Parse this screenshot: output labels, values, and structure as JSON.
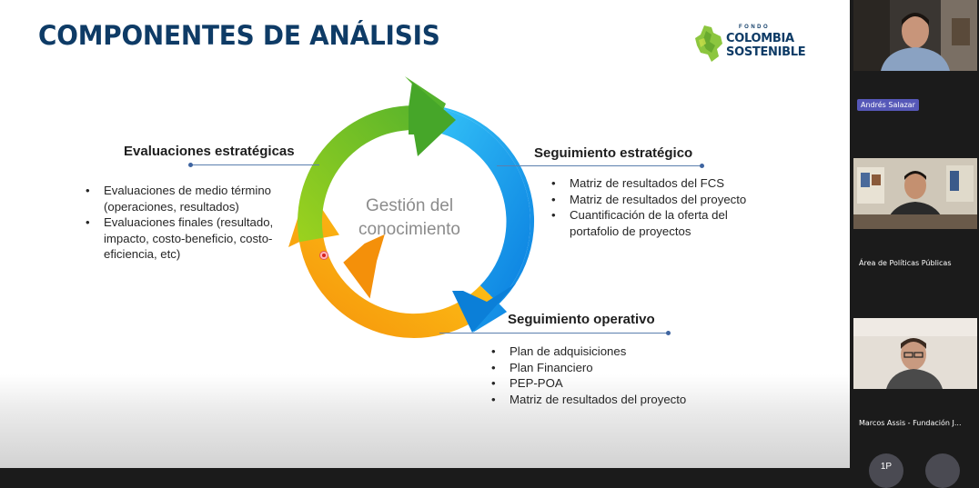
{
  "slide": {
    "title": "COMPONENTES DE ANÁLISIS",
    "logo": {
      "line1": "FONDO",
      "line2": "COLOMBIA",
      "line3": "SOSTENIBLE"
    },
    "center_label": [
      "Gestión del",
      "conocimiento"
    ],
    "sections": {
      "evaluaciones": {
        "title": "Evaluaciones estratégicas",
        "bullets": [
          [
            "Evaluaciones de medio término",
            "(operaciones, resultados)"
          ],
          [
            "Evaluaciones finales (resultado,",
            "impacto, costo-beneficio, costo-",
            "eficiencia, etc)"
          ]
        ]
      },
      "seguimiento_estrategico": {
        "title": "Seguimiento estratégico",
        "bullets": [
          [
            "Matriz de resultados del FCS"
          ],
          [
            "Matriz de resultados del proyecto"
          ],
          [
            "Cuantificación de la oferta del",
            "portafolio de proyectos"
          ]
        ]
      },
      "seguimiento_operativo": {
        "title": "Seguimiento operativo",
        "bullets": [
          [
            "Plan de adquisiciones"
          ],
          [
            "Plan Financiero"
          ],
          [
            "PEP-POA"
          ],
          [
            "Matriz de resultados del proyecto"
          ]
        ]
      }
    },
    "bullet_glyph": "•",
    "colors": {
      "title": "#0e3b66",
      "arc_green": "#6cbf2a",
      "arc_blue": "#17a6ee",
      "arc_yellow": "#f5b70a",
      "connector": "#5b7fae"
    }
  },
  "participants": [
    {
      "name": "Andrés Salazar"
    },
    {
      "name": "Área de Políticas Públicas"
    },
    {
      "name": "Marcos Assis - Fundación J..."
    }
  ],
  "controls": {
    "button_label": "1P"
  }
}
